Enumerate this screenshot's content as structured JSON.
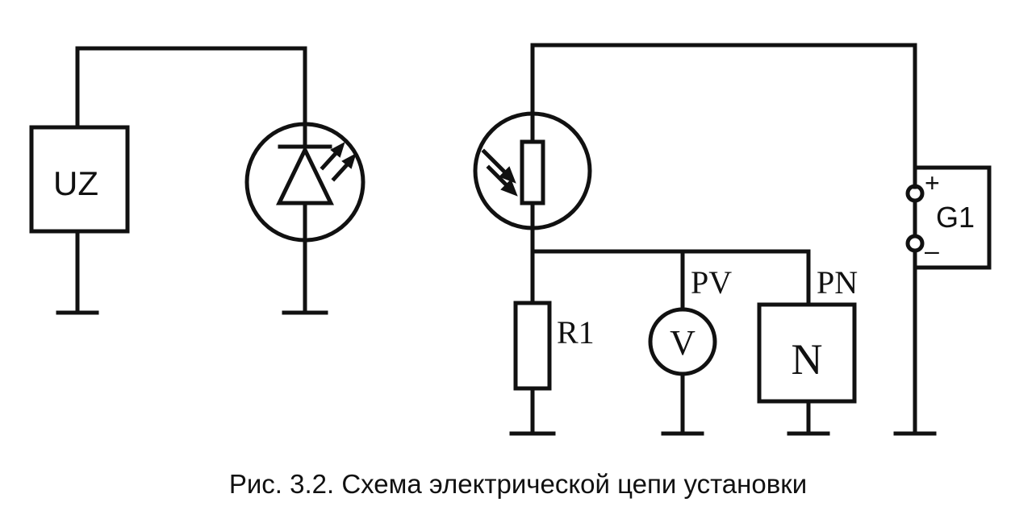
{
  "labels": {
    "rectifier": "UZ",
    "resistor": "R1",
    "voltmeter_ref": "PV",
    "voltmeter_symbol": "V",
    "meter_ref": "PN",
    "meter_symbol": "N",
    "source": "G1",
    "source_plus": "+",
    "source_minus": "–"
  },
  "caption": "Рис. 3.2. Схема электрической цепи установки"
}
